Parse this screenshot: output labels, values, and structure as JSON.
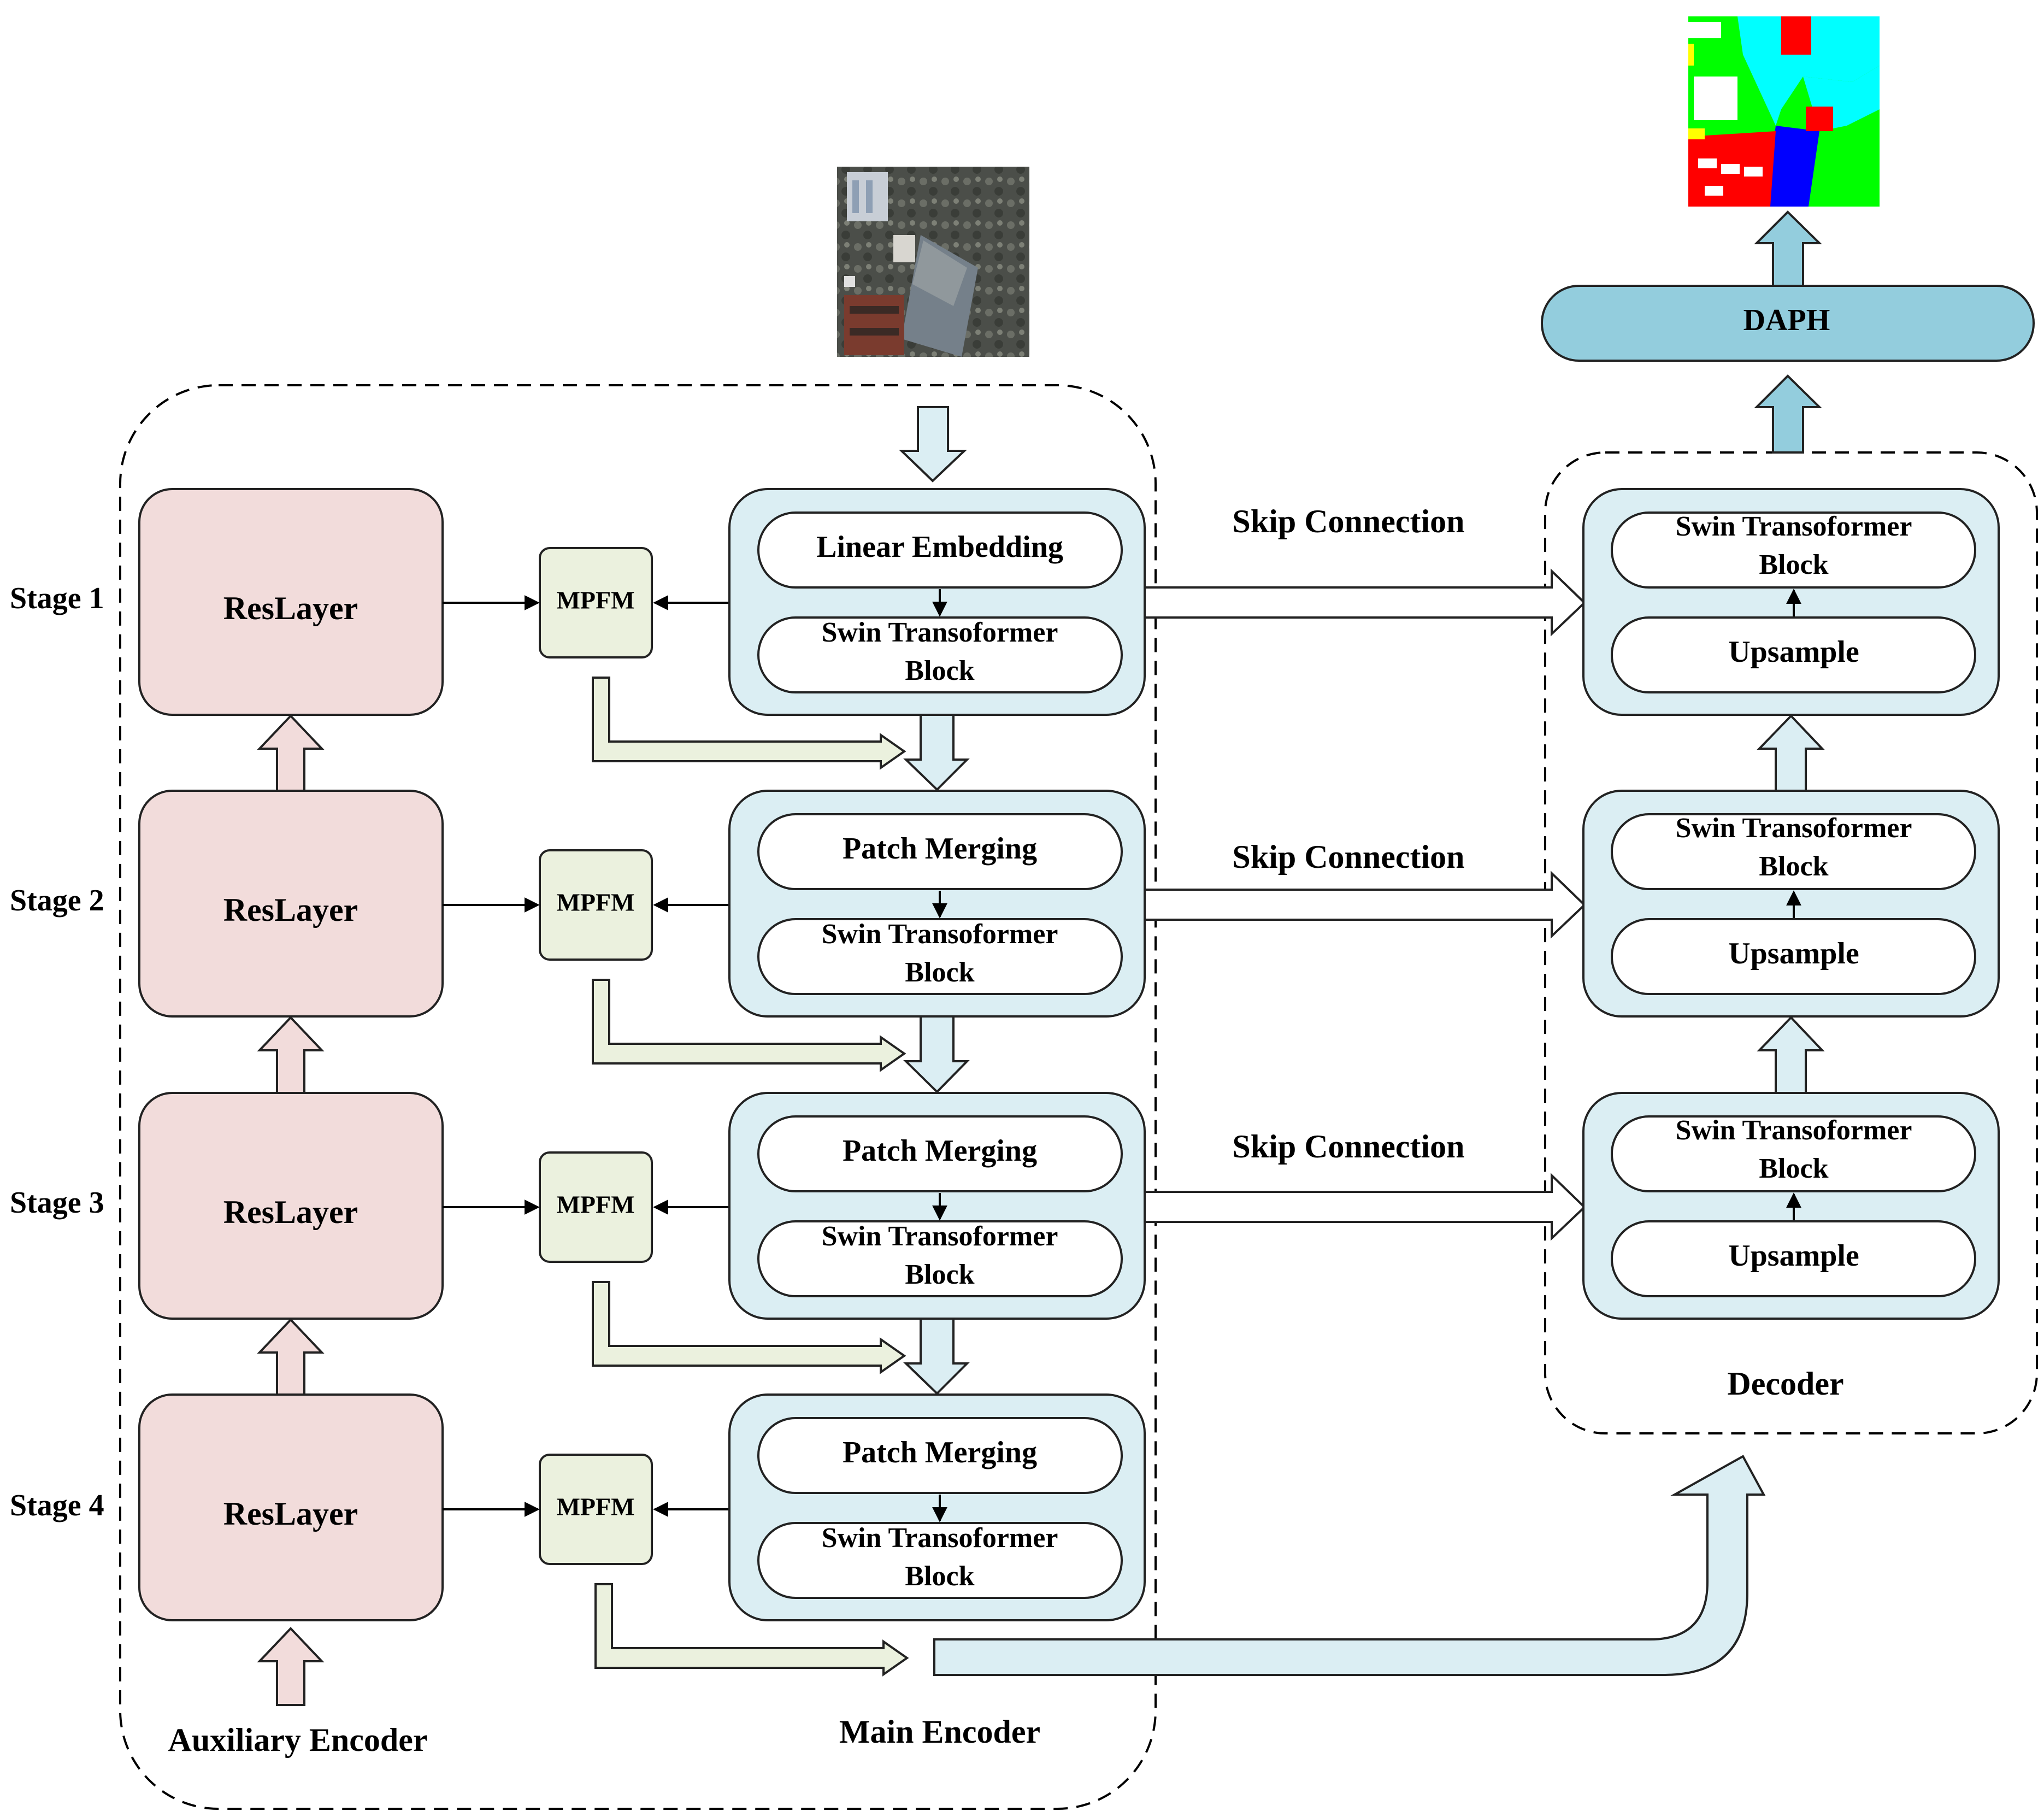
{
  "stages": [
    "Stage 1",
    "Stage 2",
    "Stage 3",
    "Stage 4"
  ],
  "auxiliary_encoder": {
    "title": "Auxiliary Encoder",
    "block_label": "ResLayer"
  },
  "mpfm_label": "MPFM",
  "main_encoder": {
    "title": "Main Encoder",
    "blocks": [
      {
        "top": "Linear Embedding",
        "bottom_line1": "Swin Transoformer",
        "bottom_line2": "Block"
      },
      {
        "top": "Patch Merging",
        "bottom_line1": "Swin Transoformer",
        "bottom_line2": "Block"
      },
      {
        "top": "Patch Merging",
        "bottom_line1": "Swin Transoformer",
        "bottom_line2": "Block"
      },
      {
        "top": "Patch Merging",
        "bottom_line1": "Swin Transoformer",
        "bottom_line2": "Block"
      }
    ]
  },
  "skip_connection_label": "Skip Connection",
  "decoder": {
    "title": "Decoder",
    "blocks": [
      {
        "top_line1": "Swin Transoformer",
        "top_line2": "Block",
        "bottom": "Upsample"
      },
      {
        "top_line1": "Swin Transoformer",
        "top_line2": "Block",
        "bottom": "Upsample"
      },
      {
        "top_line1": "Swin Transoformer",
        "top_line2": "Block",
        "bottom": "Upsample"
      }
    ]
  },
  "head_label": "DAPH",
  "colors": {
    "reslayer_fill": "#f2dcdb",
    "mpfm_fill": "#ebf1de",
    "swin_fill": "#dbeef3",
    "daph_fill": "#93cddd",
    "aux_arrow_fill": "#f2dcdb",
    "mpfm_arrow_fill": "#ebf1de",
    "main_arrow_fill": "#dbeef3"
  }
}
